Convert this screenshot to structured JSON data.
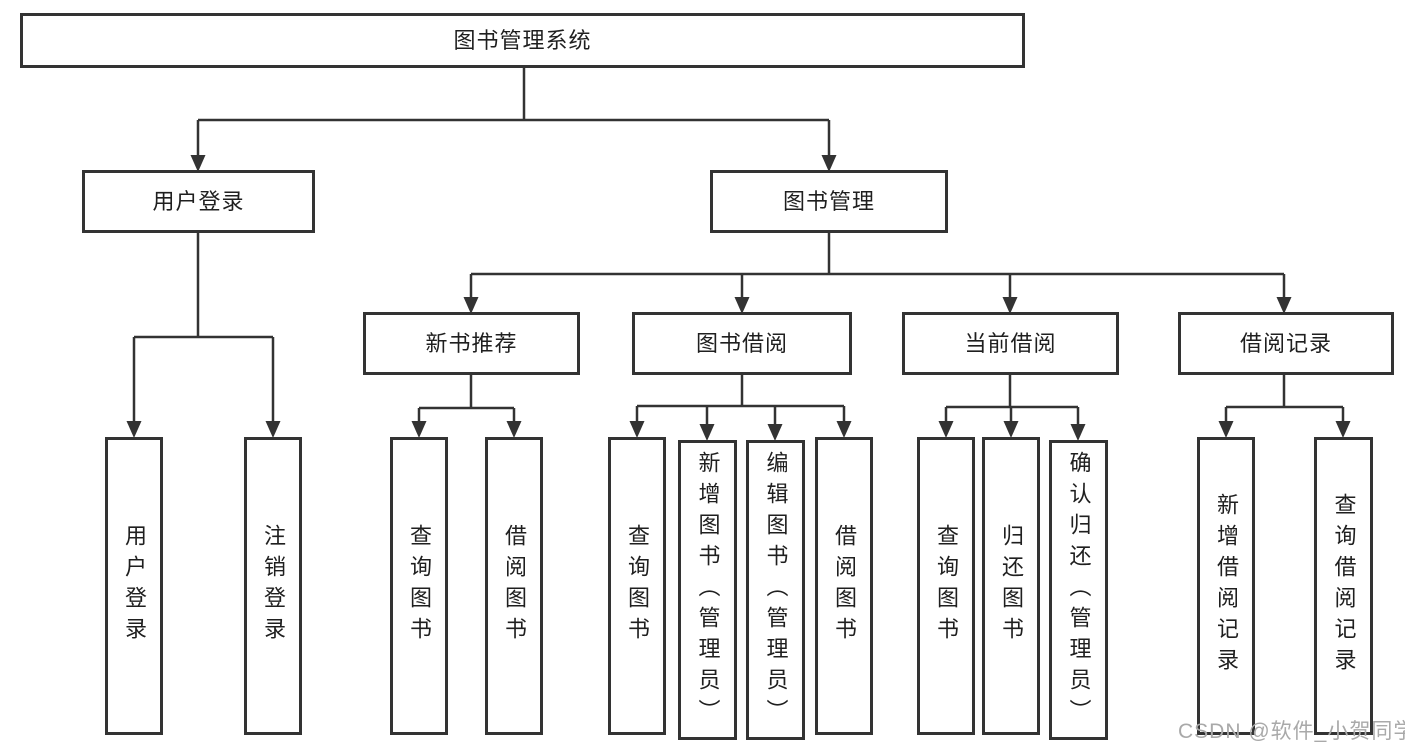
{
  "tree": {
    "root": "图书管理系统",
    "user_login": {
      "label": "用户登录",
      "children": [
        "用户登录",
        "注销登录"
      ]
    },
    "book_mgmt": {
      "label": "图书管理",
      "groups": [
        {
          "label": "新书推荐",
          "children": [
            "查询图书",
            "借阅图书"
          ]
        },
        {
          "label": "图书借阅",
          "children": [
            "查询图书",
            "新增图书（管理员）",
            "编辑图书（管理员）",
            "借阅图书"
          ]
        },
        {
          "label": "当前借阅",
          "children": [
            "查询图书",
            "归还图书",
            "确认归还（管理员）"
          ]
        },
        {
          "label": "借阅记录",
          "children": [
            "新增借阅记录",
            "查询借阅记录"
          ]
        }
      ]
    }
  },
  "watermark": "CSDN @软件_小贺同学",
  "colors": {
    "line": "#333333",
    "box_border": "#333333",
    "box_background": "#ffffff",
    "text": "#1f1f1f",
    "watermark": "#a9a9a9"
  }
}
